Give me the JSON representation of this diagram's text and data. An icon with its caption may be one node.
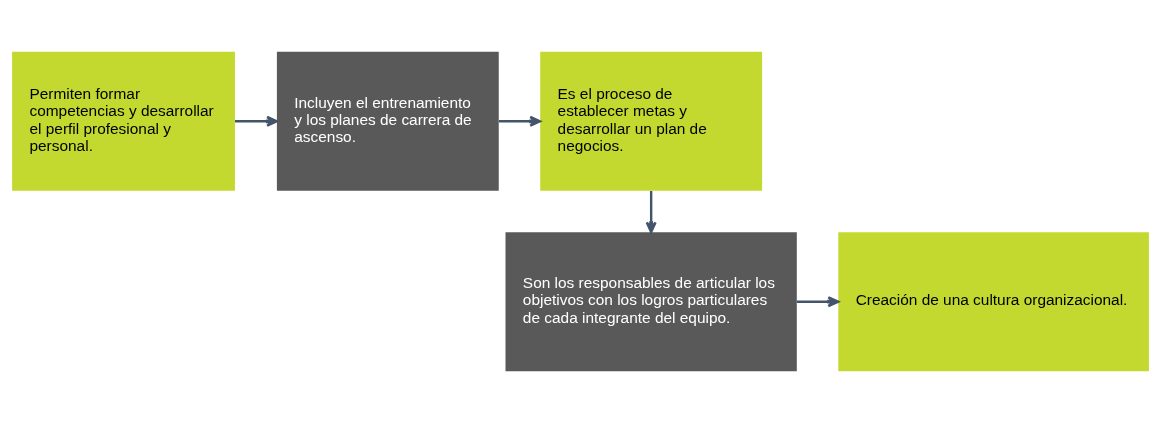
{
  "diagram": {
    "nodes": [
      {
        "text": [
          "Permiten formar competencias y desarrollar el perfil profesional y personal."
        ]
      },
      {
        "text": [
          "Incluyen el entrenamiento y los planes de carrera de ascenso."
        ]
      },
      {
        "text": [
          "Es el proceso de establecer metas y desarrollar un plan de negocios."
        ]
      },
      {
        "text": [
          "Son los responsables de articular los objetivos con los logros particulares de cada integrante del equipo."
        ]
      },
      {
        "text": [
          "Creación de una cultura organizacional."
        ]
      }
    ],
    "edges": [
      {
        "from": 0,
        "to": 1,
        "arrow": "to"
      },
      {
        "from": 1,
        "to": 2,
        "arrow": "to"
      },
      {
        "from": 2,
        "to": 3,
        "arrow": "to"
      },
      {
        "from": 3,
        "to": 4,
        "arrow": "to"
      }
    ]
  }
}
